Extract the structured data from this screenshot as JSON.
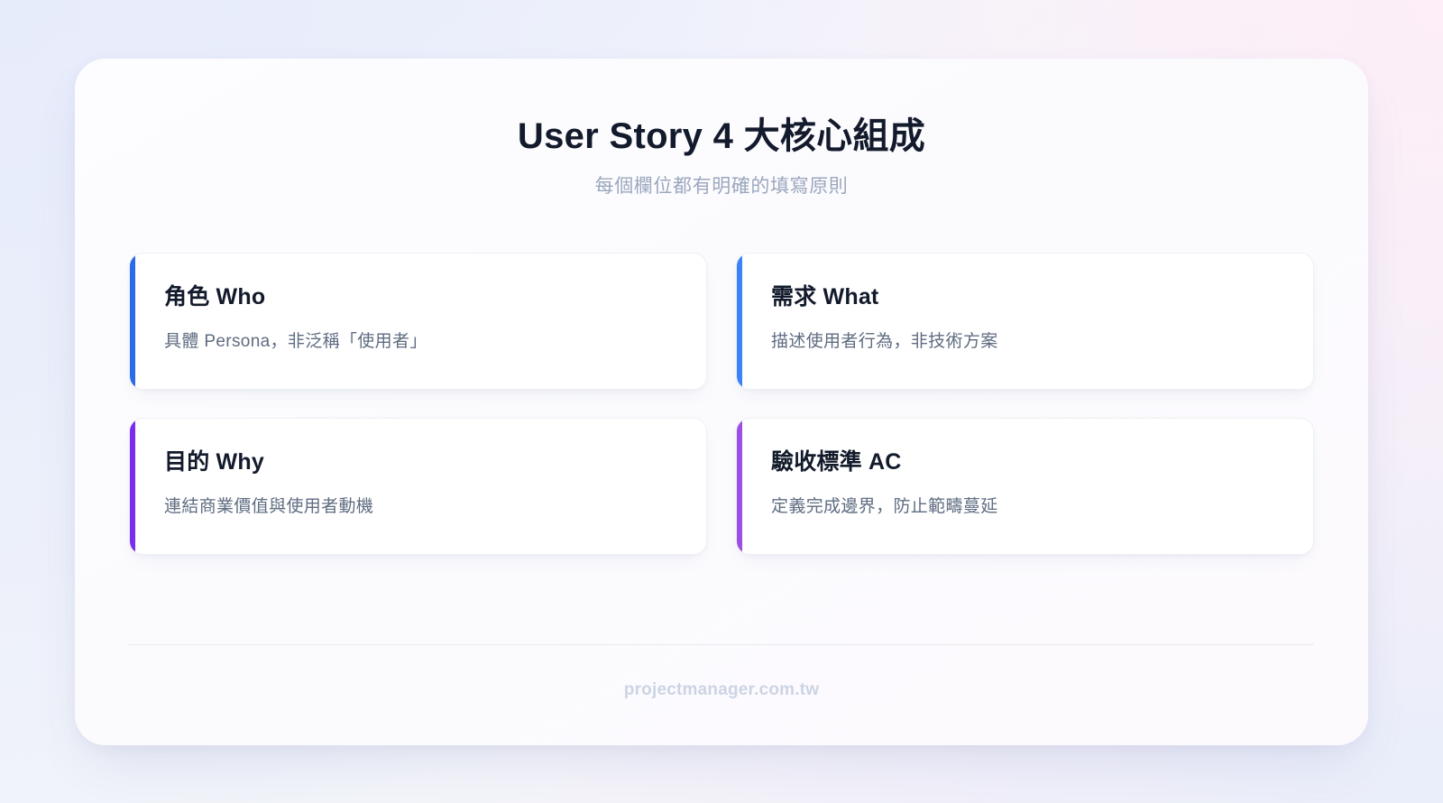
{
  "header": {
    "title": "User Story 4 大核心組成",
    "subtitle": "每個欄位都有明確的填寫原則"
  },
  "cards": [
    {
      "title": "角色 Who",
      "description": "具體 Persona，非泛稱「使用者」",
      "accent_color": "#2b6ae8",
      "accent_name": "blue"
    },
    {
      "title": "需求 What",
      "description": "描述使用者行為，非技術方案",
      "accent_color": "#3b82f6",
      "accent_name": "blue"
    },
    {
      "title": "目的 Why",
      "description": "連結商業價值與使用者動機",
      "accent_color": "#7a2def",
      "accent_name": "purple"
    },
    {
      "title": "驗收標準 AC",
      "description": "定義完成邊界，防止範疇蔓延",
      "accent_color": "#9d4ee3",
      "accent_name": "purple"
    }
  ],
  "footer": {
    "site": "projectmanager.com.tw"
  },
  "theme": {
    "title_color": "#131a2c",
    "subtitle_color": "#9ba7be",
    "card_title_color": "#121a2b",
    "card_desc_color": "#5f6c81",
    "footer_color": "#ccd4e4",
    "panel_background": "#fcfcfe",
    "divider_color": "#e9ebef"
  }
}
